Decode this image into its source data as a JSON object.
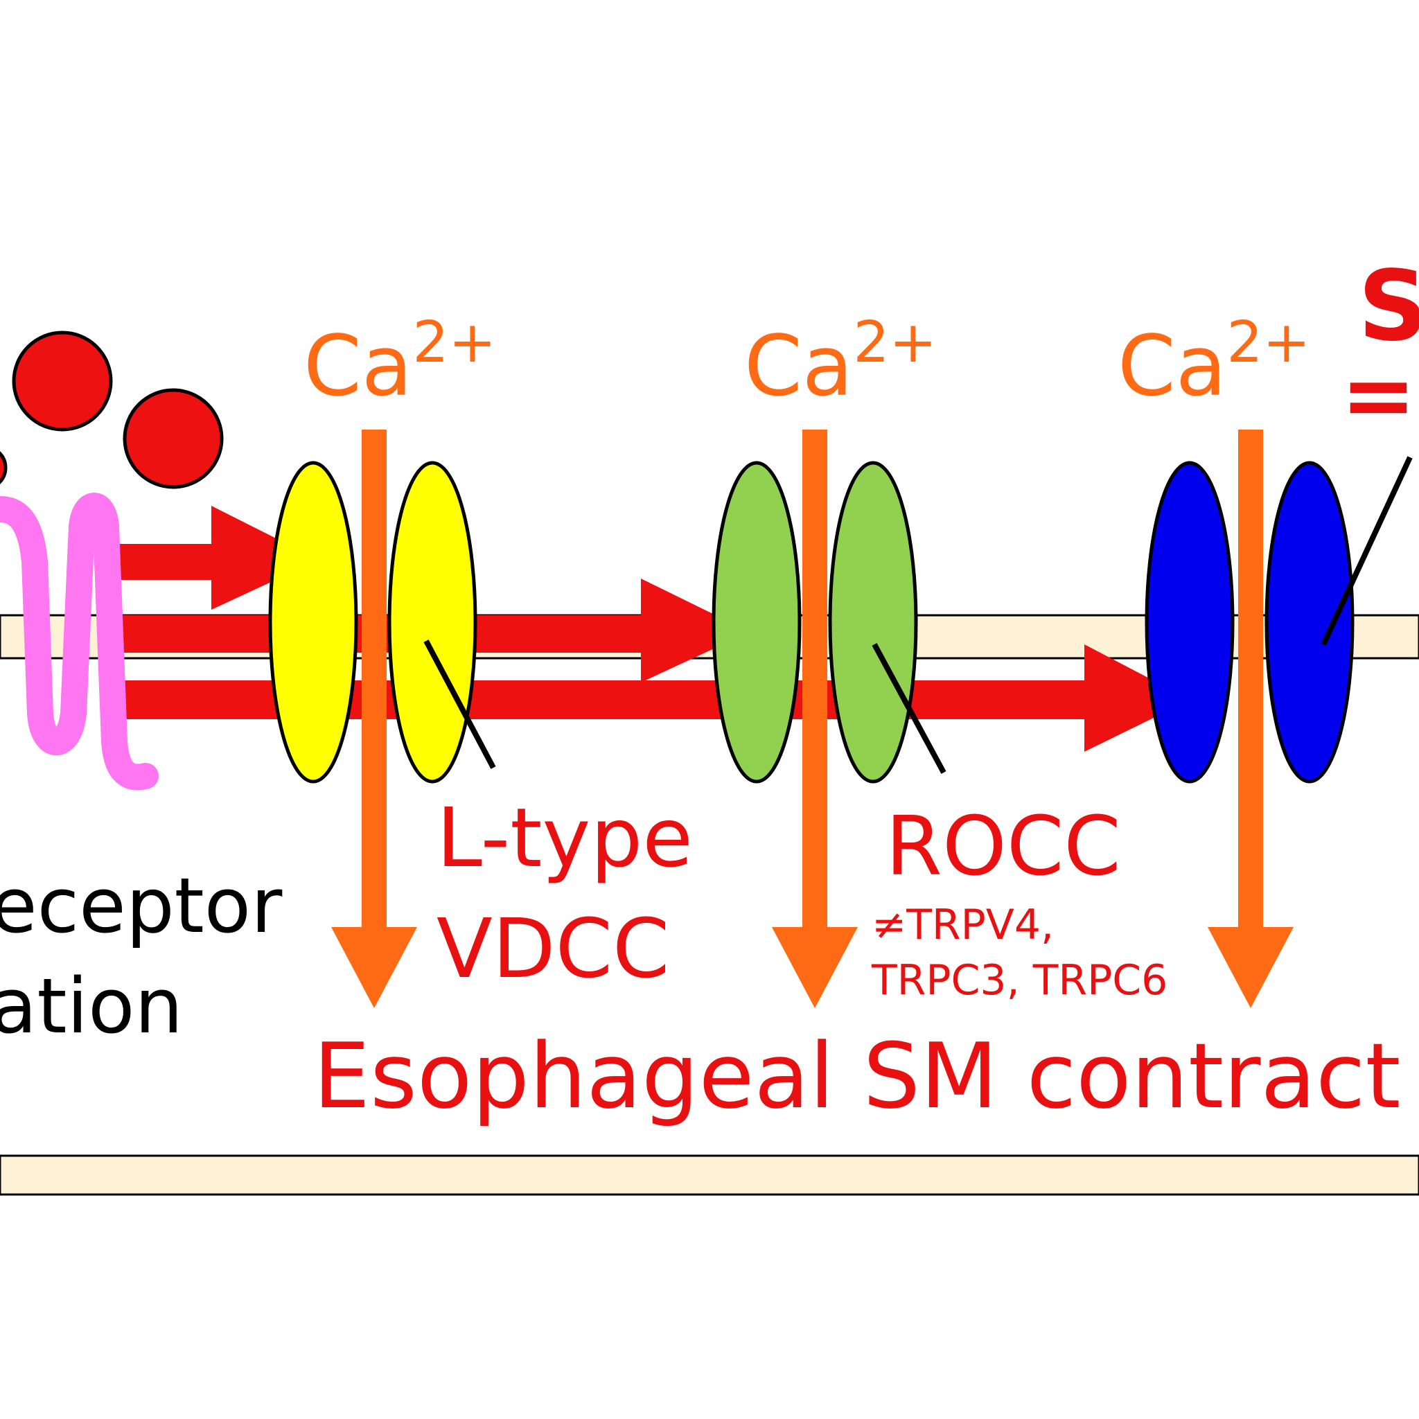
{
  "labels": {
    "ion_base": "Ca",
    "ion_charge": "2+",
    "channel1_line1": "L-type",
    "channel1_line2": "VDCC",
    "channel2_name": "ROCC",
    "channel2_note1": "≠TRPV4,",
    "channel2_note2": "TRPC3, TRPC6",
    "receptor_line1": "eceptor",
    "receptor_line2": "ation",
    "outcome": "Esophageal SM contract",
    "corner_letter": "S",
    "corner_symbol": "="
  },
  "colors": {
    "signal_arrow": "#ee1111",
    "calcium_arrow": "#ff6a14",
    "label_red": "#e81010",
    "label_orange": "#ff6a14",
    "ligand": "#ee1111",
    "receptor": "#ff77f0",
    "channel_l_type": "#ffff00",
    "channel_rocc": "#92d050",
    "channel_third": "#0000ee",
    "membrane": "#fdf1d6"
  }
}
